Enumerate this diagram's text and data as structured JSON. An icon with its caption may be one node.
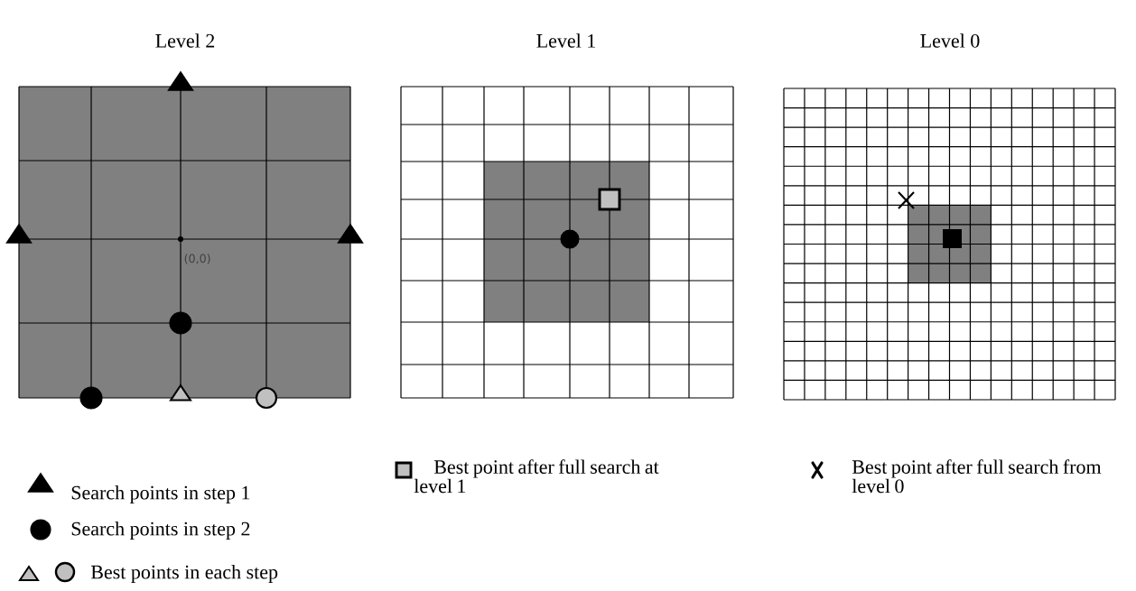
{
  "diagram": {
    "labels": [
      "Level 2",
      "Level 1",
      "Level 0",
      "(0,0)"
    ],
    "legend": [
      {
        "text": "Search points in step 1"
      },
      {
        "text": "Search points in step 2"
      },
      {
        "text": "Best points in each step"
      },
      {
        "text": "Best point after full search at level 1"
      },
      {
        "text": "Best point after full search from level 0"
      }
    ]
  }
}
